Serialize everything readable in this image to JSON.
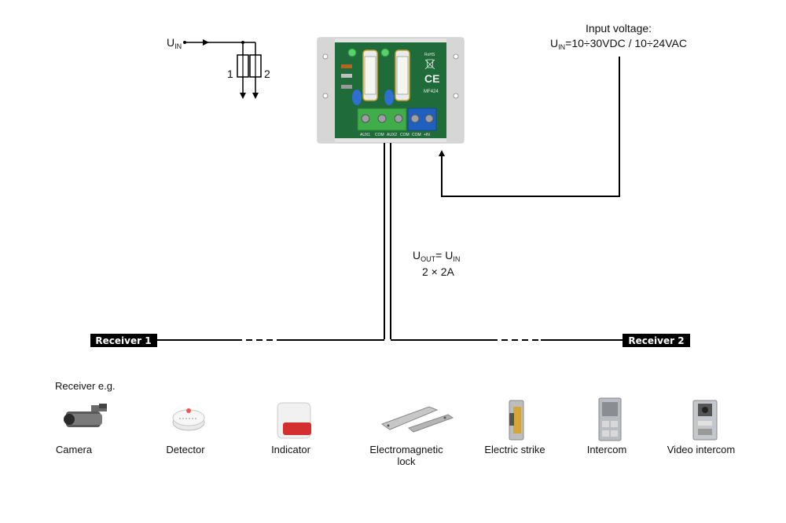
{
  "schematic": {
    "u_label": "U",
    "u_sub": "IN",
    "fuse_1": "1",
    "fuse_2": "2"
  },
  "input_voltage": {
    "title": "Input voltage:",
    "u": "U",
    "u_sub": "IN",
    "value": "=10÷30VDC / 10÷24VAC"
  },
  "output": {
    "u1": "U",
    "u1_sub": "OUT",
    "eq": "= U",
    "u2_sub": "IN",
    "current": "2 × 2A"
  },
  "module": {
    "rohs": "RoHS",
    "ce": "CE",
    "model": "MF424",
    "terminals": [
      "AUX1",
      "COM",
      "AUX2",
      "COM",
      "COM",
      "+IN"
    ]
  },
  "receivers": {
    "receiver_1": "Receiver 1",
    "receiver_2": "Receiver 2",
    "example_title": "Receiver e.g."
  },
  "devices": [
    {
      "label": "Camera",
      "icon": "camera-icon"
    },
    {
      "label": "Detector",
      "icon": "detector-icon"
    },
    {
      "label": "Indicator",
      "icon": "indicator-icon"
    },
    {
      "label": "Electromagnetic",
      "label_line2": "lock",
      "icon": "electromagnetic-lock-icon"
    },
    {
      "label": "Electric strike",
      "icon": "electric-strike-icon"
    },
    {
      "label": "Intercom",
      "icon": "intercom-icon"
    },
    {
      "label": "Video intercom",
      "icon": "video-intercom-icon"
    }
  ],
  "colors": {
    "pcb": "#1f6b3a",
    "terminal_green": "#3fae49",
    "terminal_blue": "#1f5fbf",
    "wire": "#000000"
  }
}
